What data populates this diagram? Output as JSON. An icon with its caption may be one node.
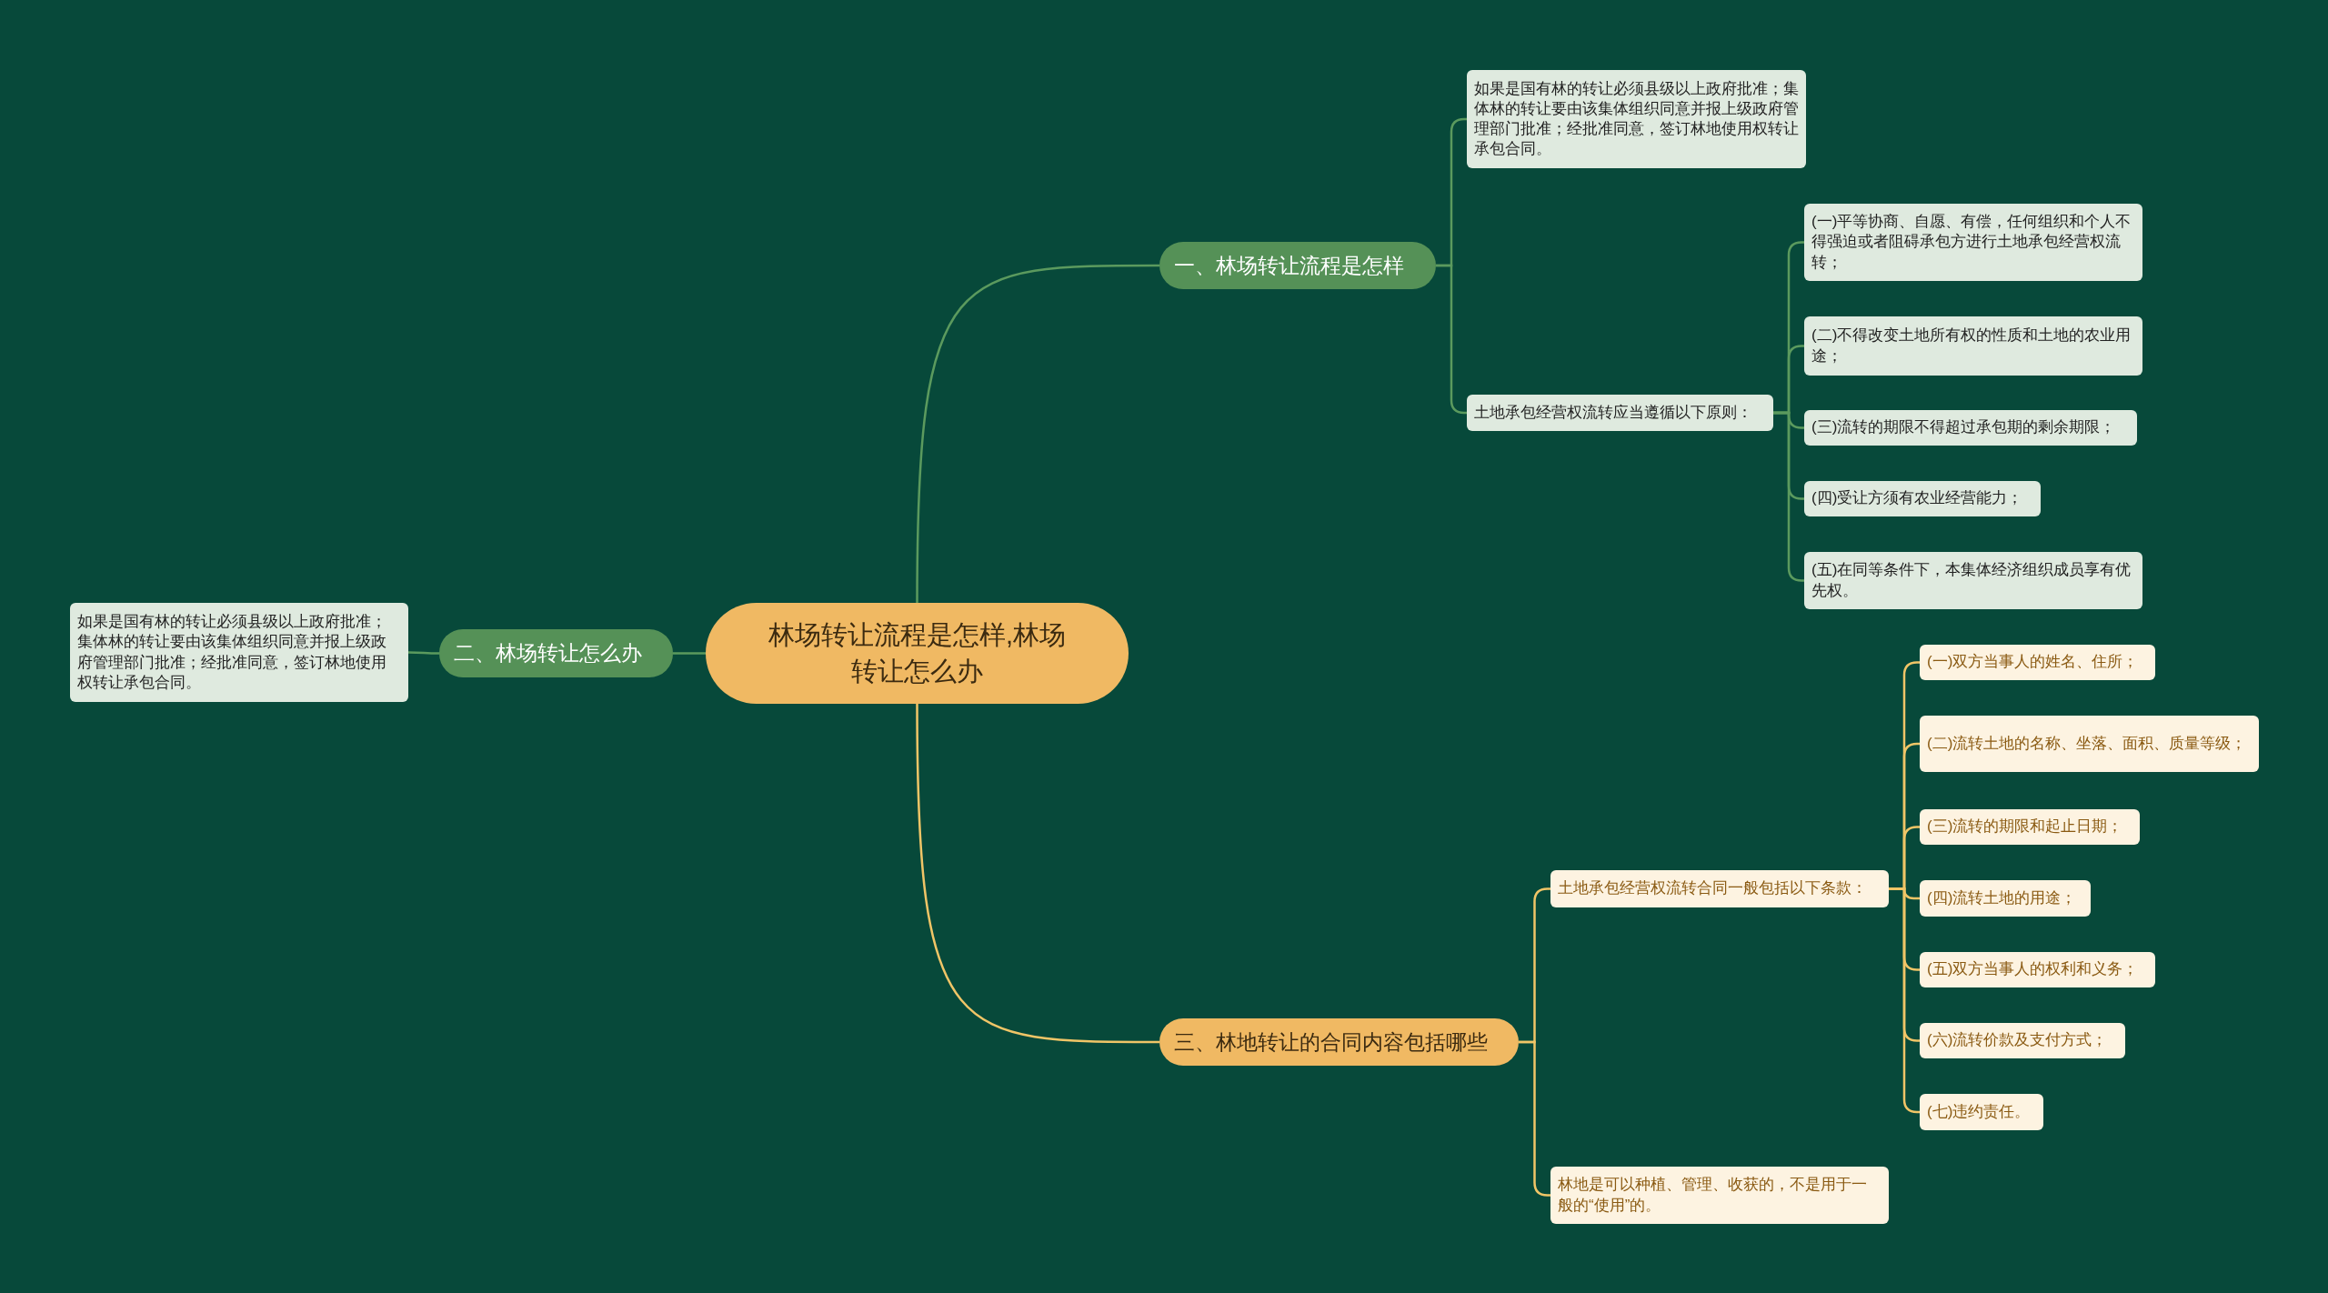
{
  "diagram": {
    "nodes": [
      {
        "text": [
          "林场转让流程是怎样,林场转让怎么办"
        ]
      },
      {
        "text": [
          "一、林场转让流程是怎样"
        ]
      },
      {
        "text": [
          "如果是国有林的转让必须县级以上政府批准；集体林的转让要由该集体组织同意并报上级政府管理部门批准；经批准同意，签订林地使用权转让承包合同。"
        ]
      },
      {
        "text": [
          "土地承包经营权流转应当遵循以下原则："
        ]
      },
      {
        "text": [
          "(一)平等协商、自愿、有偿，任何组织和个人不得强迫或者阻碍承包方进行土地承包经营权流转；"
        ]
      },
      {
        "text": [
          "(二)不得改变土地所有权的性质和土地的农业用途；"
        ]
      },
      {
        "text": [
          "(三)流转的期限不得超过承包期的剩余期限；"
        ]
      },
      {
        "text": [
          "(四)受让方须有农业经营能力；"
        ]
      },
      {
        "text": [
          "(五)在同等条件下，本集体经济组织成员享有优先权。"
        ]
      },
      {
        "text": [
          "二、林场转让怎么办"
        ]
      },
      {
        "text": [
          "如果是国有林的转让必须县级以上政府批准；集体林的转让要由该集体组织同意并报上级政府管理部门批准；经批准同意，签订林地使用权转让承包合同。"
        ]
      },
      {
        "text": [
          "三、林地转让的合同内容包括哪些"
        ]
      },
      {
        "text": [
          "土地承包经营权流转合同一般包括以下条款："
        ]
      },
      {
        "text": [
          "(一)双方当事人的姓名、住所；"
        ]
      },
      {
        "text": [
          "(二)流转土地的名称、坐落、面积、质量等级；"
        ]
      },
      {
        "text": [
          "(三)流转的期限和起止日期；"
        ]
      },
      {
        "text": [
          "(四)流转土地的用途；"
        ]
      },
      {
        "text": [
          "(五)双方当事人的权利和义务；"
        ]
      },
      {
        "text": [
          "(六)流转价款及支付方式；"
        ]
      },
      {
        "text": [
          "(七)违约责任。"
        ]
      },
      {
        "text": [
          "林地是可以种植、管理、收获的，不是用于一般的“使用”的。"
        ]
      }
    ],
    "edges": [
      {
        "from": 0,
        "to": 1,
        "arrow": "none",
        "color": "#5b9a5e"
      },
      {
        "from": 1,
        "to": 2,
        "arrow": "none",
        "color": "#5b9a5e"
      },
      {
        "from": 1,
        "to": 3,
        "arrow": "none",
        "color": "#5b9a5e"
      },
      {
        "from": 3,
        "to": 4,
        "arrow": "none",
        "color": "#5b9a5e"
      },
      {
        "from": 3,
        "to": 5,
        "arrow": "none",
        "color": "#5b9a5e"
      },
      {
        "from": 3,
        "to": 6,
        "arrow": "none",
        "color": "#5b9a5e"
      },
      {
        "from": 3,
        "to": 7,
        "arrow": "none",
        "color": "#5b9a5e"
      },
      {
        "from": 3,
        "to": 8,
        "arrow": "none",
        "color": "#5b9a5e"
      },
      {
        "from": 0,
        "to": 9,
        "arrow": "none",
        "color": "#5b9a5e"
      },
      {
        "from": 9,
        "to": 10,
        "arrow": "none",
        "color": "#5b9a5e"
      },
      {
        "from": 0,
        "to": 11,
        "arrow": "none",
        "color": "#f0c567"
      },
      {
        "from": 11,
        "to": 12,
        "arrow": "none",
        "color": "#f0c567"
      },
      {
        "from": 12,
        "to": 13,
        "arrow": "none",
        "color": "#f0c567"
      },
      {
        "from": 12,
        "to": 14,
        "arrow": "none",
        "color": "#f0c567"
      },
      {
        "from": 12,
        "to": 15,
        "arrow": "none",
        "color": "#f0c567"
      },
      {
        "from": 12,
        "to": 16,
        "arrow": "none",
        "color": "#f0c567"
      },
      {
        "from": 12,
        "to": 17,
        "arrow": "none",
        "color": "#f0c567"
      },
      {
        "from": 12,
        "to": 18,
        "arrow": "none",
        "color": "#f0c567"
      },
      {
        "from": 12,
        "to": 19,
        "arrow": "none",
        "color": "#f0c567"
      },
      {
        "from": 11,
        "to": 20,
        "arrow": "none",
        "color": "#f0c567"
      }
    ]
  }
}
